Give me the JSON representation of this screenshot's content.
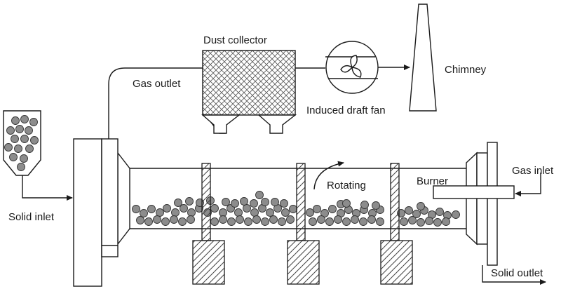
{
  "labels": {
    "dust_collector": "Dust collector",
    "gas_outlet": "Gas outlet",
    "chimney": "Chimney",
    "induced_draft_fan": "Induced draft fan",
    "solid_inlet": "Solid inlet",
    "rotating": "Rotating",
    "burner": "Burner",
    "gas_inlet": "Gas inlet",
    "solid_outlet": "Solid outlet"
  },
  "colors": {
    "line": "#1a1a1a",
    "particle_fill": "#8c8c8c",
    "hatch": "#333333"
  }
}
